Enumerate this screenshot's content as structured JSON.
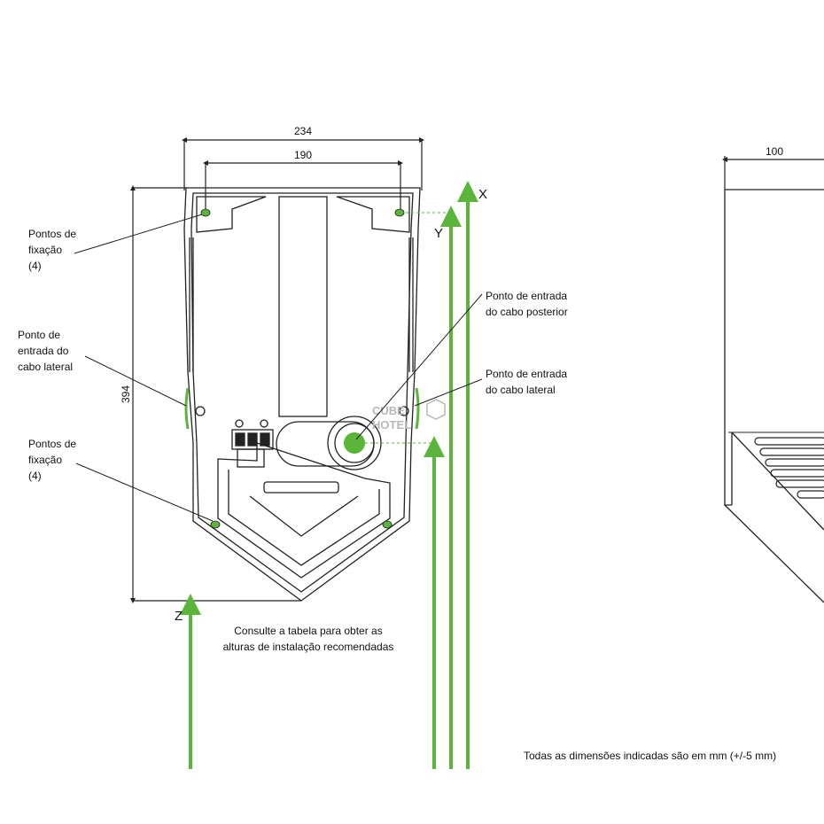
{
  "dimensions": {
    "width_outer": "234",
    "width_inner": "190",
    "height": "394",
    "depth": "100"
  },
  "axes": {
    "x": "X",
    "y": "Y",
    "z": "Z"
  },
  "callouts": {
    "fixing_points_top": [
      "Pontos de",
      "fixação",
      "(4)"
    ],
    "side_cable_left": [
      "Ponto de",
      "entrada do",
      "cabo lateral"
    ],
    "fixing_points_bottom": [
      "Pontos de",
      "fixação",
      "(4)"
    ],
    "rear_cable": [
      "Ponto de entrada",
      "do cabo posterior"
    ],
    "side_cable_right": [
      "Ponto de entrada",
      "do cabo lateral"
    ]
  },
  "note_table": [
    "Consulte a tabela para obter as",
    "alturas de instalação recomendadas"
  ],
  "note_units": "Todas as dimensões indicadas são em mm (+/-5 mm)",
  "watermark": [
    "CUBE",
    "HOTEL"
  ],
  "colors": {
    "accent": "#5bb53a",
    "line": "#222222"
  }
}
